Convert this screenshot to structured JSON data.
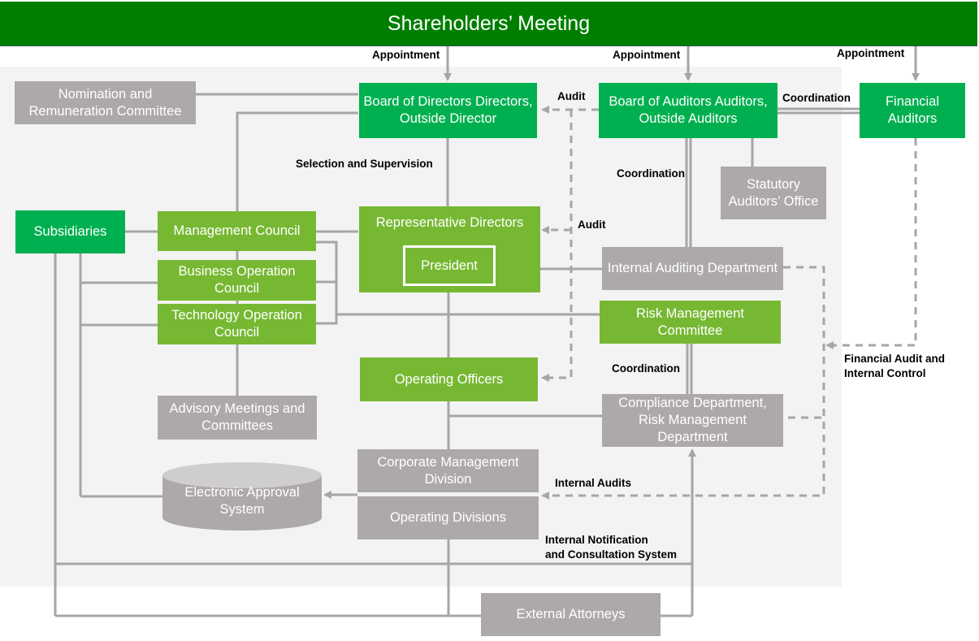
{
  "header": {
    "title": "Shareholders’ Meeting"
  },
  "nodes": {
    "board_of_directors": "Board of Directors Directors, Outside Director",
    "board_of_auditors": "Board of Auditors Auditors, Outside Auditors",
    "financial_auditors": "Financial Auditors",
    "nomination_committee": "Nomination and Remuneration Committee",
    "statutory_auditors_office": "Statutory Auditors’ Office",
    "subsidiaries": "Subsidiaries",
    "management_council": "Management Council",
    "business_operation_council": "Business Operation Council",
    "technology_operation_council": "Technology Operation Council",
    "representative_directors": "Representative Directors",
    "president": "President",
    "internal_auditing_department": "Internal Auditing Department",
    "risk_management_committee": "Risk Management Committee",
    "operating_officers": "Operating Officers",
    "advisory_meetings": "Advisory Meetings and Committees",
    "compliance_department": "Compliance Department, Risk Management Department",
    "corporate_management_division": "Corporate Management Division",
    "operating_divisions": "Operating Divisions",
    "electronic_approval_system": "Electronic Approval System",
    "external_attorneys": "External Attorneys"
  },
  "labels": {
    "appointment_1": "Appointment",
    "appointment_2": "Appointment",
    "appointment_3": "Appointment",
    "audit_1": "Audit",
    "audit_2": "Audit",
    "coordination_1": "Coordination",
    "coordination_2": "Coordination",
    "coordination_3": "Coordination",
    "selection_supervision": "Selection and Supervision",
    "financial_audit_1": "Financial Audit and",
    "financial_audit_2": "Internal Control",
    "internal_audits": "Internal Audits",
    "internal_notification_1": "Internal Notification",
    "internal_notification_2": "and Consultation System"
  },
  "colors": {
    "header": "#007e00",
    "dark_green": "#00b050",
    "light_green": "#77b833",
    "gray_box": "#ada9a8",
    "connector": "#a6a6a6"
  }
}
